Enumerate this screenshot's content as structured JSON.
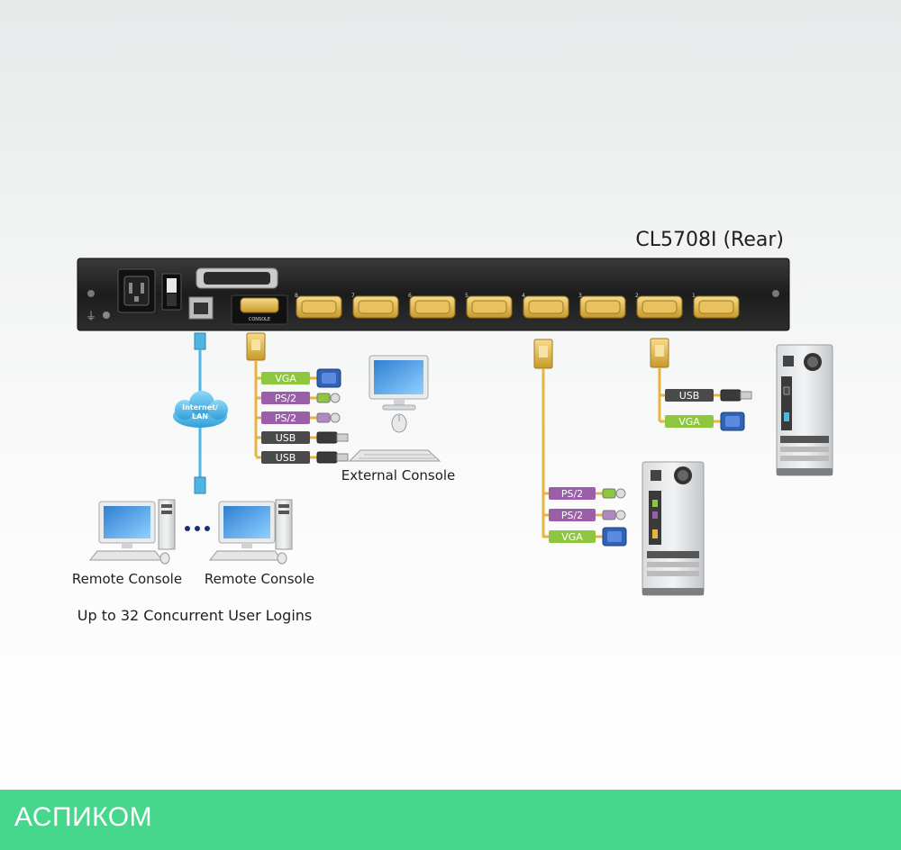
{
  "title": "CL5708I (Rear)",
  "labels": {
    "internet_lan": [
      "Internet/",
      "LAN"
    ],
    "external_console": "External Console",
    "remote_console_left": "Remote Console",
    "remote_console_right": "Remote Console",
    "concurrent_logins": "Up to 32 Concurrent User Logins",
    "console_port": "CONSOLE"
  },
  "console_cables": [
    "VGA",
    "PS/2",
    "PS/2",
    "USB",
    "USB"
  ],
  "server_mid_cables": [
    "PS/2",
    "PS/2",
    "VGA"
  ],
  "server_right_cables": [
    "USB",
    "VGA"
  ],
  "port_numbers": [
    "8",
    "7",
    "6",
    "5",
    "4",
    "3",
    "2",
    "1"
  ],
  "colors": {
    "vga": "#8ec63f",
    "ps2": "#9a5fa8",
    "usb": "#4a4a4a",
    "cable": "#e6b441",
    "lan": "#4fb6e3",
    "footer": "#46d68c"
  },
  "footer": {
    "brand": "АСПИКОМ"
  }
}
